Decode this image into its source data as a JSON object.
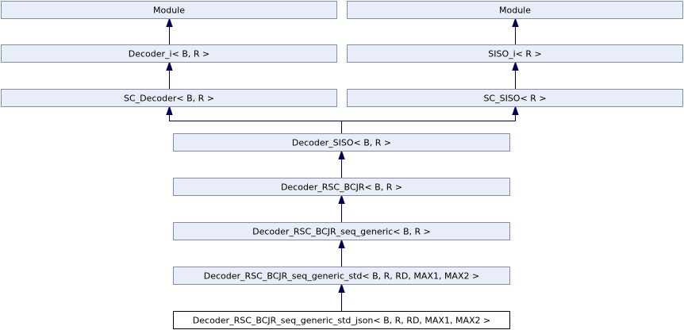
{
  "diagram": {
    "nodes": [
      {
        "id": "module-left",
        "label": "Module"
      },
      {
        "id": "module-right",
        "label": "Module"
      },
      {
        "id": "decoder-i",
        "label": "Decoder_i< B, R >"
      },
      {
        "id": "siso-i",
        "label": "SISO_i< R >"
      },
      {
        "id": "sc-decoder",
        "label": "SC_Decoder< B, R >"
      },
      {
        "id": "sc-siso",
        "label": "SC_SISO< R >"
      },
      {
        "id": "decoder-siso",
        "label": "Decoder_SISO< B, R >"
      },
      {
        "id": "decoder-rsc-bcjr",
        "label": "Decoder_RSC_BCJR< B, R >"
      },
      {
        "id": "decoder-rsc-bcjr-seq-generic",
        "label": "Decoder_RSC_BCJR_seq_generic< B, R >"
      },
      {
        "id": "decoder-rsc-bcjr-seq-generic-std",
        "label": "Decoder_RSC_BCJR_seq_generic_std< B, R, RD, MAX1, MAX2 >"
      },
      {
        "id": "decoder-rsc-bcjr-seq-generic-std-json",
        "label": "Decoder_RSC_BCJR_seq_generic_std_json< B, R, RD, MAX1, MAX2 >",
        "current": true
      }
    ],
    "edges": [
      {
        "from": "decoder-i",
        "to": "module-left"
      },
      {
        "from": "siso-i",
        "to": "module-right"
      },
      {
        "from": "sc-decoder",
        "to": "decoder-i"
      },
      {
        "from": "sc-siso",
        "to": "siso-i"
      },
      {
        "from": "decoder-siso",
        "to": "sc-decoder"
      },
      {
        "from": "decoder-siso",
        "to": "sc-siso"
      },
      {
        "from": "decoder-rsc-bcjr",
        "to": "decoder-siso"
      },
      {
        "from": "decoder-rsc-bcjr-seq-generic",
        "to": "decoder-rsc-bcjr"
      },
      {
        "from": "decoder-rsc-bcjr-seq-generic-std",
        "to": "decoder-rsc-bcjr-seq-generic"
      },
      {
        "from": "decoder-rsc-bcjr-seq-generic-std-json",
        "to": "decoder-rsc-bcjr-seq-generic-std"
      }
    ]
  }
}
